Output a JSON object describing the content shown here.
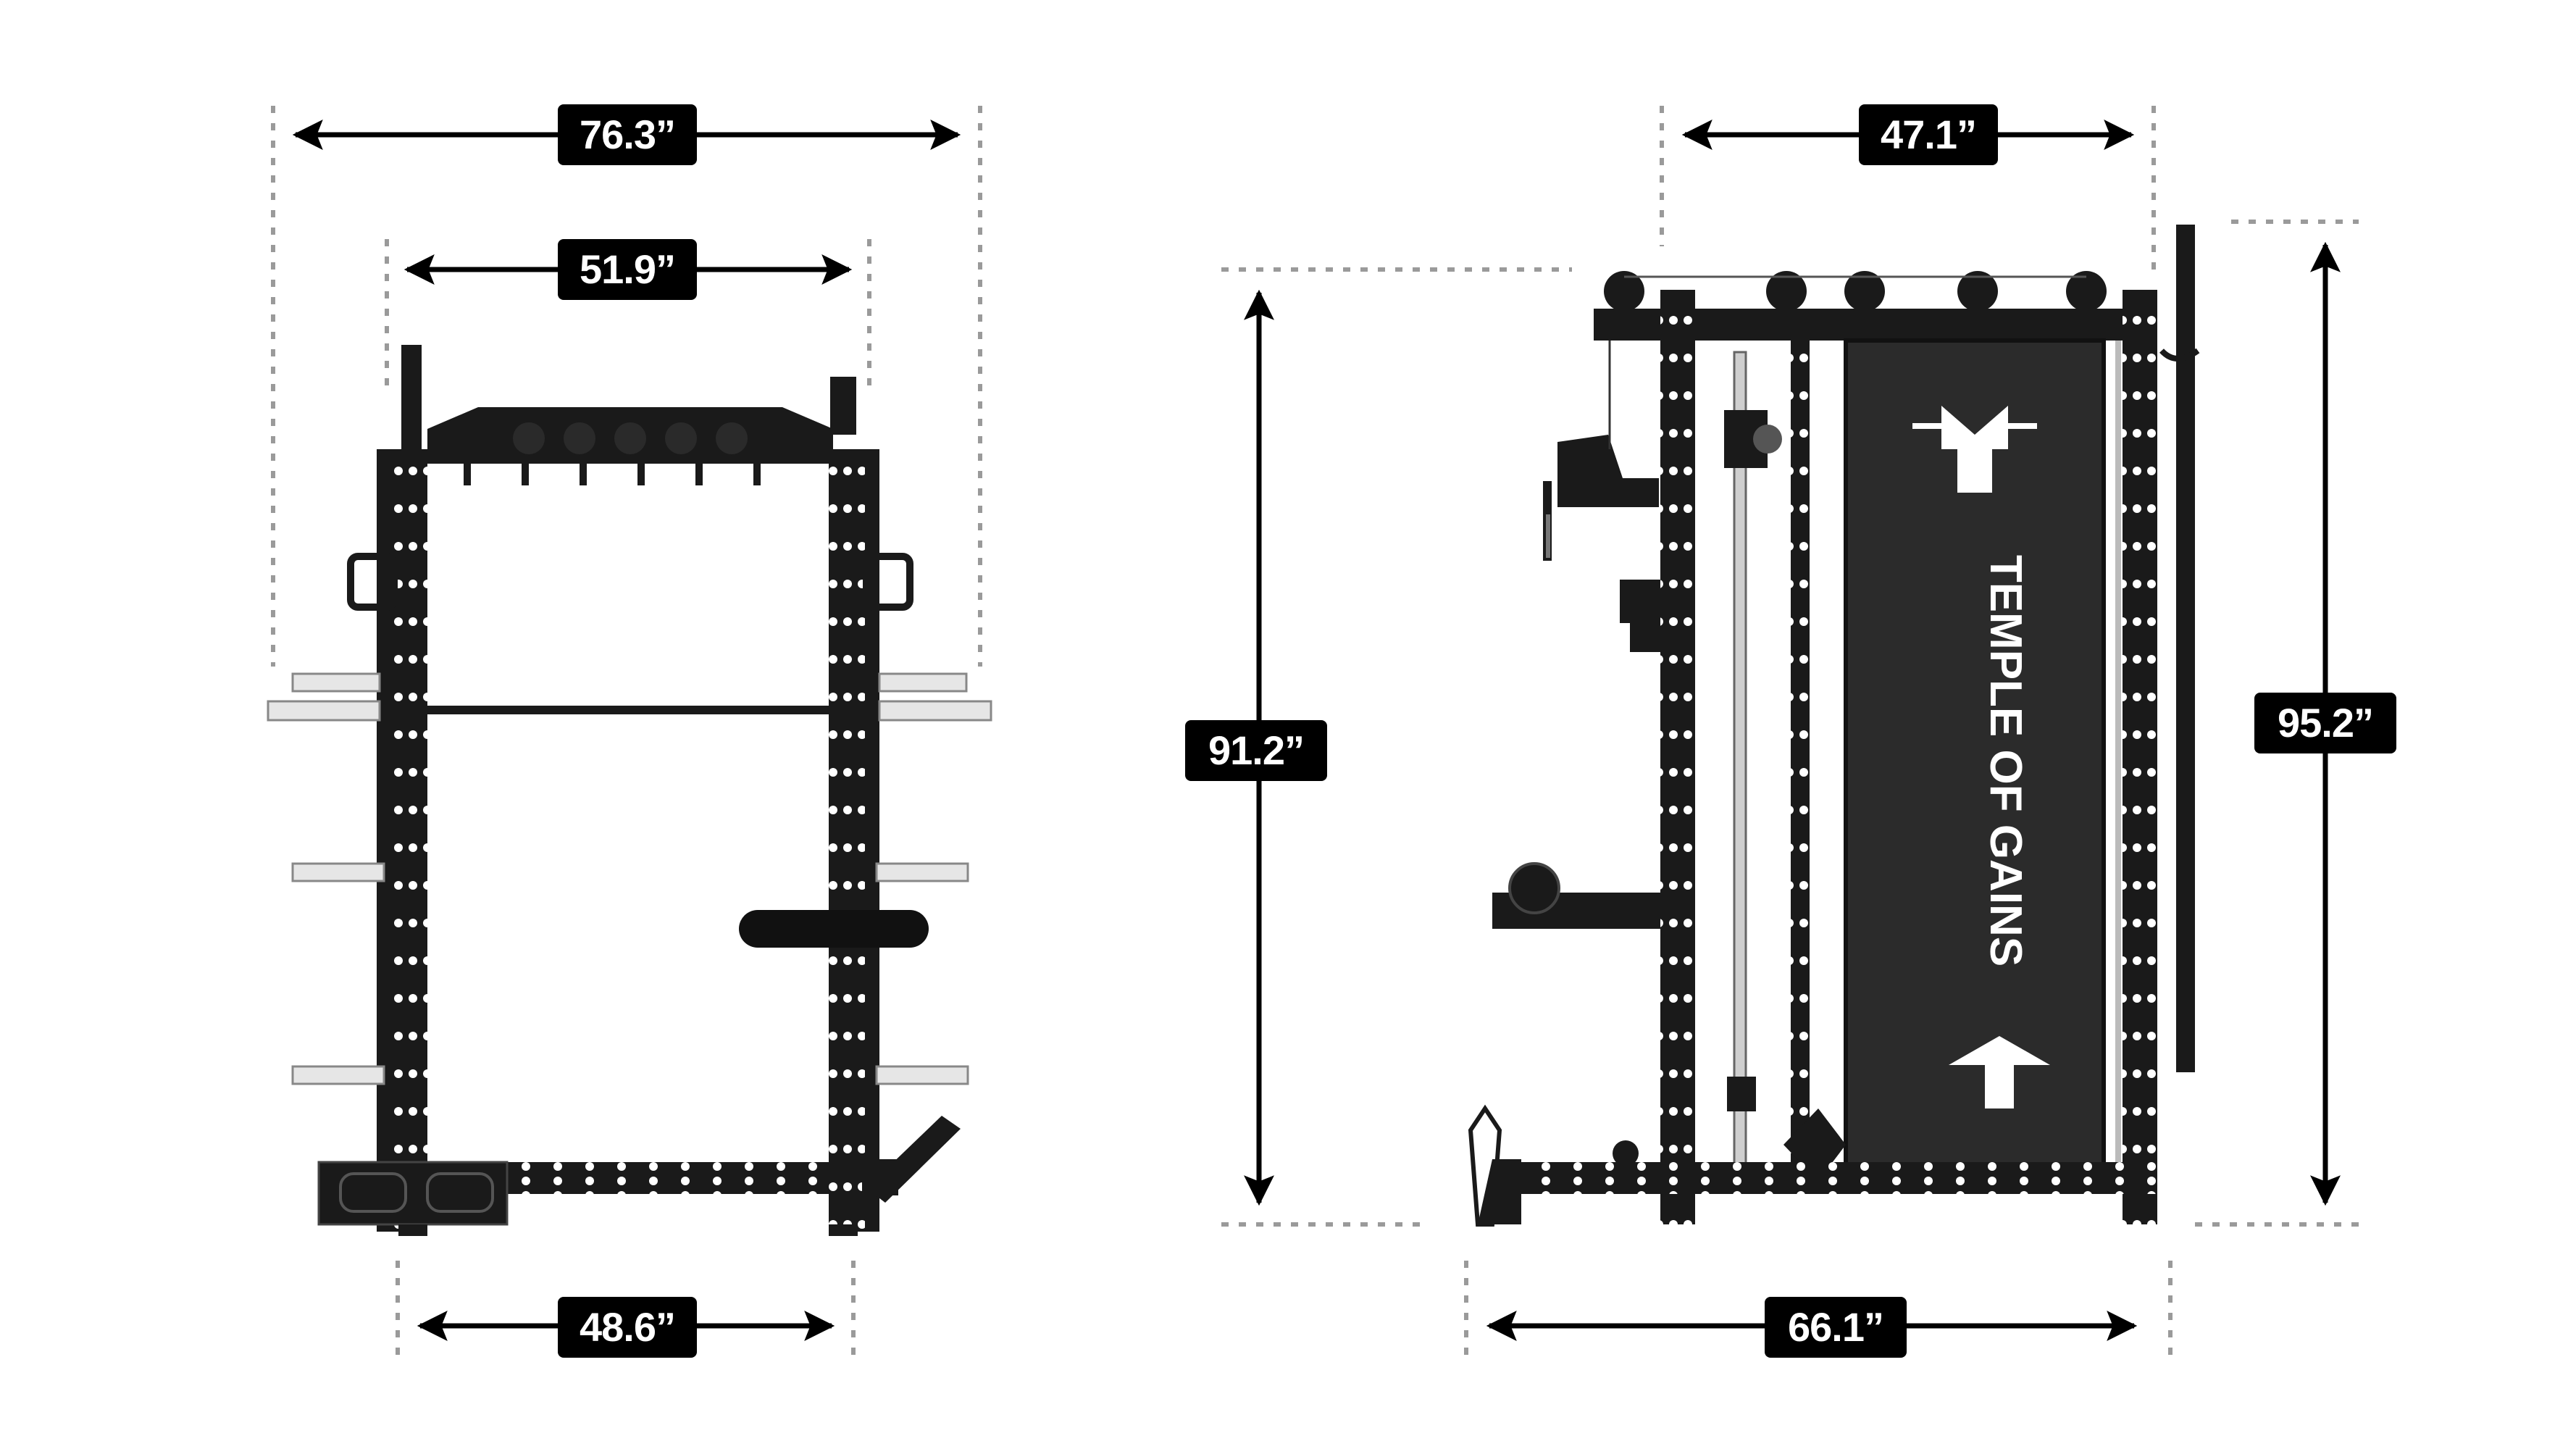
{
  "front_view": {
    "dim_top_outer": "76.3”",
    "dim_top_inner": "51.9”",
    "dim_bottom": "48.6”"
  },
  "side_view": {
    "dim_top": "47.1”",
    "dim_left_height": "91.2”",
    "dim_right_height": "95.2”",
    "dim_bottom": "66.1”",
    "panel_brand": "TEMPLE OF GAINS"
  },
  "colors": {
    "frame": "#1a1a1a",
    "label_bg": "#000000",
    "label_text": "#ffffff",
    "guide": "#9a9a9a",
    "panel": "#2b2b2b",
    "plate_horn": "#e6e6e6"
  }
}
